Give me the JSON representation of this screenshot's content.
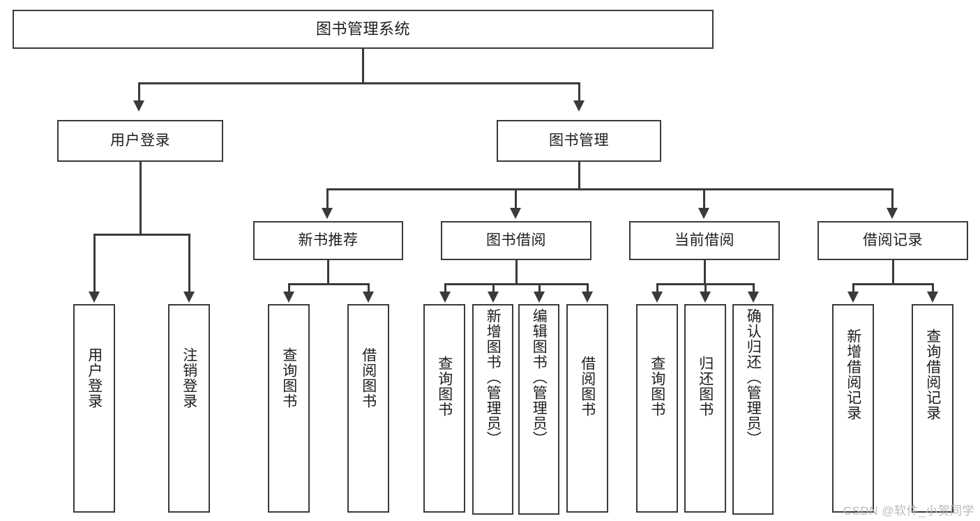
{
  "diagram": {
    "title": "图书管理系统",
    "type": "tree",
    "watermark": "CSDN @软件_小贺同学",
    "colors": {
      "stroke": "#3a3a3a",
      "fill": "#ffffff",
      "text": "#1d1d1d",
      "watermark": "#b9b9b9"
    },
    "nodes": {
      "root": {
        "label": "图书管理系统"
      },
      "level2": [
        {
          "label": "用户登录"
        },
        {
          "label": "图书管理"
        }
      ],
      "level3": [
        {
          "label": "新书推荐"
        },
        {
          "label": "图书借阅"
        },
        {
          "label": "当前借阅"
        },
        {
          "label": "借阅记录"
        }
      ],
      "leaves": {
        "user_login": [
          {
            "label": "用户登录"
          },
          {
            "label": "注销登录"
          }
        ],
        "new_book_recommend": [
          {
            "label": "查询图书"
          },
          {
            "label": "借阅图书"
          }
        ],
        "book_borrow": [
          {
            "label": "查询图书"
          },
          {
            "label": "新增图书（管理员）"
          },
          {
            "label": "编辑图书（管理员）"
          },
          {
            "label": "借阅图书"
          }
        ],
        "current_borrow": [
          {
            "label": "查询图书"
          },
          {
            "label": "归还图书"
          },
          {
            "label": "确认归还（管理员）"
          }
        ],
        "borrow_record": [
          {
            "label": "新增借阅记录"
          },
          {
            "label": "查询借阅记录"
          }
        ]
      }
    }
  }
}
